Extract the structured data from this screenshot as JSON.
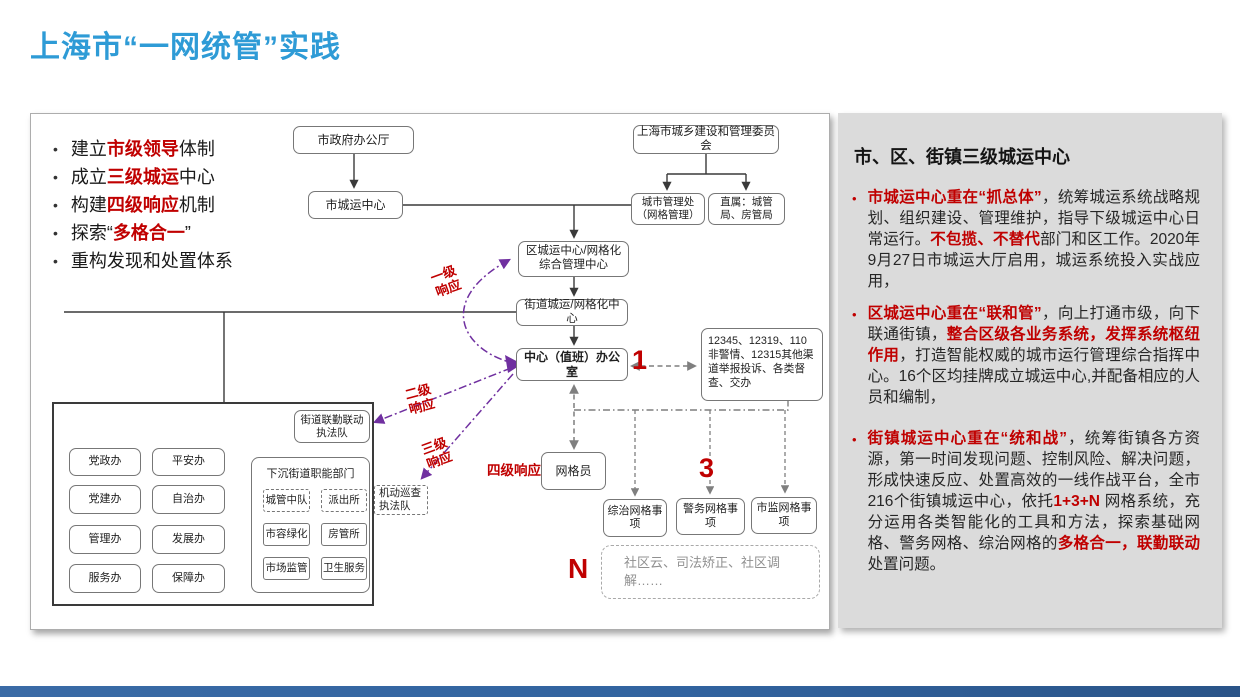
{
  "title": "上海市“一网统管”实践",
  "colors": {
    "title_blue": "#2E9BD6",
    "accent_red": "#C00000",
    "arrow_purple": "#7030A0",
    "panel_gray": "#DBDBDB",
    "footer_blue": "#31639F"
  },
  "left_bullets": [
    [
      {
        "t": "建立"
      },
      {
        "t": "市级领导",
        "red": true
      },
      {
        "t": "体制"
      }
    ],
    [
      {
        "t": "成立"
      },
      {
        "t": "三级城运",
        "red": true
      },
      {
        "t": "中心"
      }
    ],
    [
      {
        "t": "构建"
      },
      {
        "t": "四级响应",
        "red": true
      },
      {
        "t": "机制"
      }
    ],
    [
      {
        "t": "探索“"
      },
      {
        "t": "多格合一",
        "red": true
      },
      {
        "t": "”"
      }
    ],
    [
      {
        "t": "重构发现和处置体系"
      }
    ]
  ],
  "flowchart": {
    "gov_office": "市政府办公厅",
    "city_center": "市城运中心",
    "committee": "上海市城乡建设和管理委员会",
    "mgmt_division": "城市管理处（网格管理）",
    "direct_bureaus": "直属：城管局、房管局",
    "district_center": "区城运中心/网格化综合管理中心",
    "street_center": "街道城运/网格化中心",
    "duty_office": "中心（值班）办公室",
    "hotline": "12345、12319、110非警情、12315其他渠道举报投诉、各类督查、交办",
    "joint_team": "街道联勤联动执法队",
    "offices": [
      "党政办",
      "平安办",
      "党建办",
      "自治办",
      "管理办",
      "发展办",
      "服务办",
      "保障办"
    ],
    "sunken_title": "下沉街道职能部门",
    "sunken_items": [
      "城管中队",
      "派出所",
      "市容绿化",
      "房管所",
      "市场监管",
      "卫生服务"
    ],
    "mobile_team": "机动巡查执法队",
    "grid_worker": "网格员",
    "grid_items": [
      "综治网格事项",
      "警务网格事项",
      "市监网格事项"
    ],
    "community_box": "社区云、司法矫正、社区调解……",
    "level1": "一级响应",
    "level2": "二级响应",
    "level3": "三级响应",
    "level4": "四级响应",
    "num1": "1",
    "num3": "3",
    "numN": "N"
  },
  "right_panel": {
    "heading": "市、区、街镇三级城运中心",
    "bullets": [
      [
        {
          "t": "市城运中心重在“抓总体”",
          "red": true
        },
        {
          "t": "，统筹城运系统战略规划、组织建设、管理维护，指导下级城运中心日常运行。"
        },
        {
          "t": "不包揽、不替代",
          "red": true
        },
        {
          "t": "部门和区工作。2020年9月27日市城运大厅启用，城运系统投入实战应用，"
        }
      ],
      [
        {
          "t": "区城运中心重在“联和管”",
          "red": true
        },
        {
          "t": "，向上打通市级，向下联通街镇，"
        },
        {
          "t": "整合区级各业务系统，发挥系统枢纽作用",
          "red": true
        },
        {
          "t": "，打造智能权威的城市运行管理综合指挥中心。16个区均挂牌成立城运中心,并配备相应的人员和编制，"
        }
      ],
      [
        {
          "t": "街镇城运中心重在“统和战”",
          "red": true
        },
        {
          "t": "，统筹街镇各方资源，第一时间发现问题、控制风险、解决问题，形成快速反应、处置高效的一线作战平台，全市216个街镇城运中心，依托"
        },
        {
          "t": "1+3+N",
          "red": true
        },
        {
          "t": " 网格系统，充分运用各类智能化的工具和方法，探索基础网格、警务网格、综治网格的"
        },
        {
          "t": "多格合一，",
          "red": true
        },
        {
          "t": "联勤联动",
          "red": true
        },
        {
          "t": "处置问题。"
        }
      ]
    ]
  }
}
